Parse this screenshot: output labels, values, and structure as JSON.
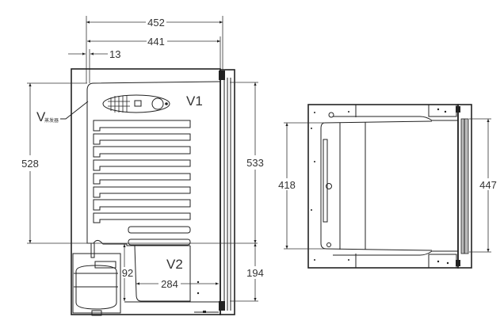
{
  "front_view": {
    "dimensions": {
      "overall_width": "452",
      "body_width": "441",
      "offset": "13",
      "liner_height": "528",
      "body_height": "533",
      "lower_height": "194",
      "compartment_height": "92",
      "compartment_width": "284"
    },
    "labels": {
      "upper_volume": "V1",
      "lower_volume": "V2",
      "evaporator_prefix": "V",
      "evaporator_subscript": "蒸发器"
    }
  },
  "side_view": {
    "dimensions": {
      "inner_depth": "418",
      "outer_depth": "447"
    }
  }
}
